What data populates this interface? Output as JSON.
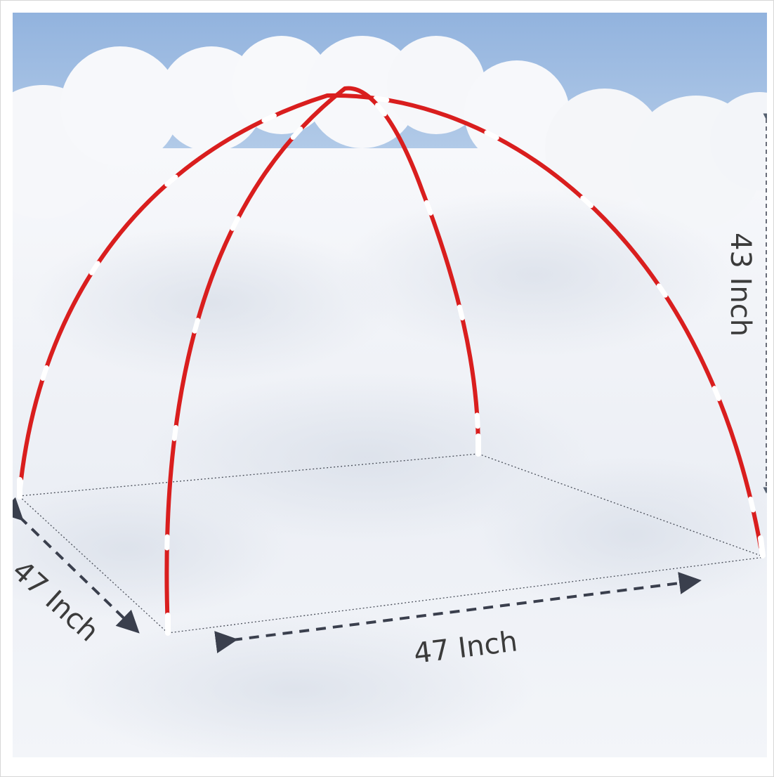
{
  "labels": {
    "height": "43 Inch",
    "depth": "47 Inch",
    "width": "47 Inch"
  },
  "colors": {
    "sky_top": "#9bb9df",
    "sky_bottom": "#c5d7ee",
    "cloud": "#f4f6fa",
    "cloud_shadow": "#d9e0ea",
    "pole_red": "#d91e1e",
    "pole_white": "#ffffff",
    "dimension_line": "#3a3f4d"
  },
  "icons": {
    "pole_frame": "dome-frame-icon",
    "arrows": "dimension-arrow-icon"
  }
}
